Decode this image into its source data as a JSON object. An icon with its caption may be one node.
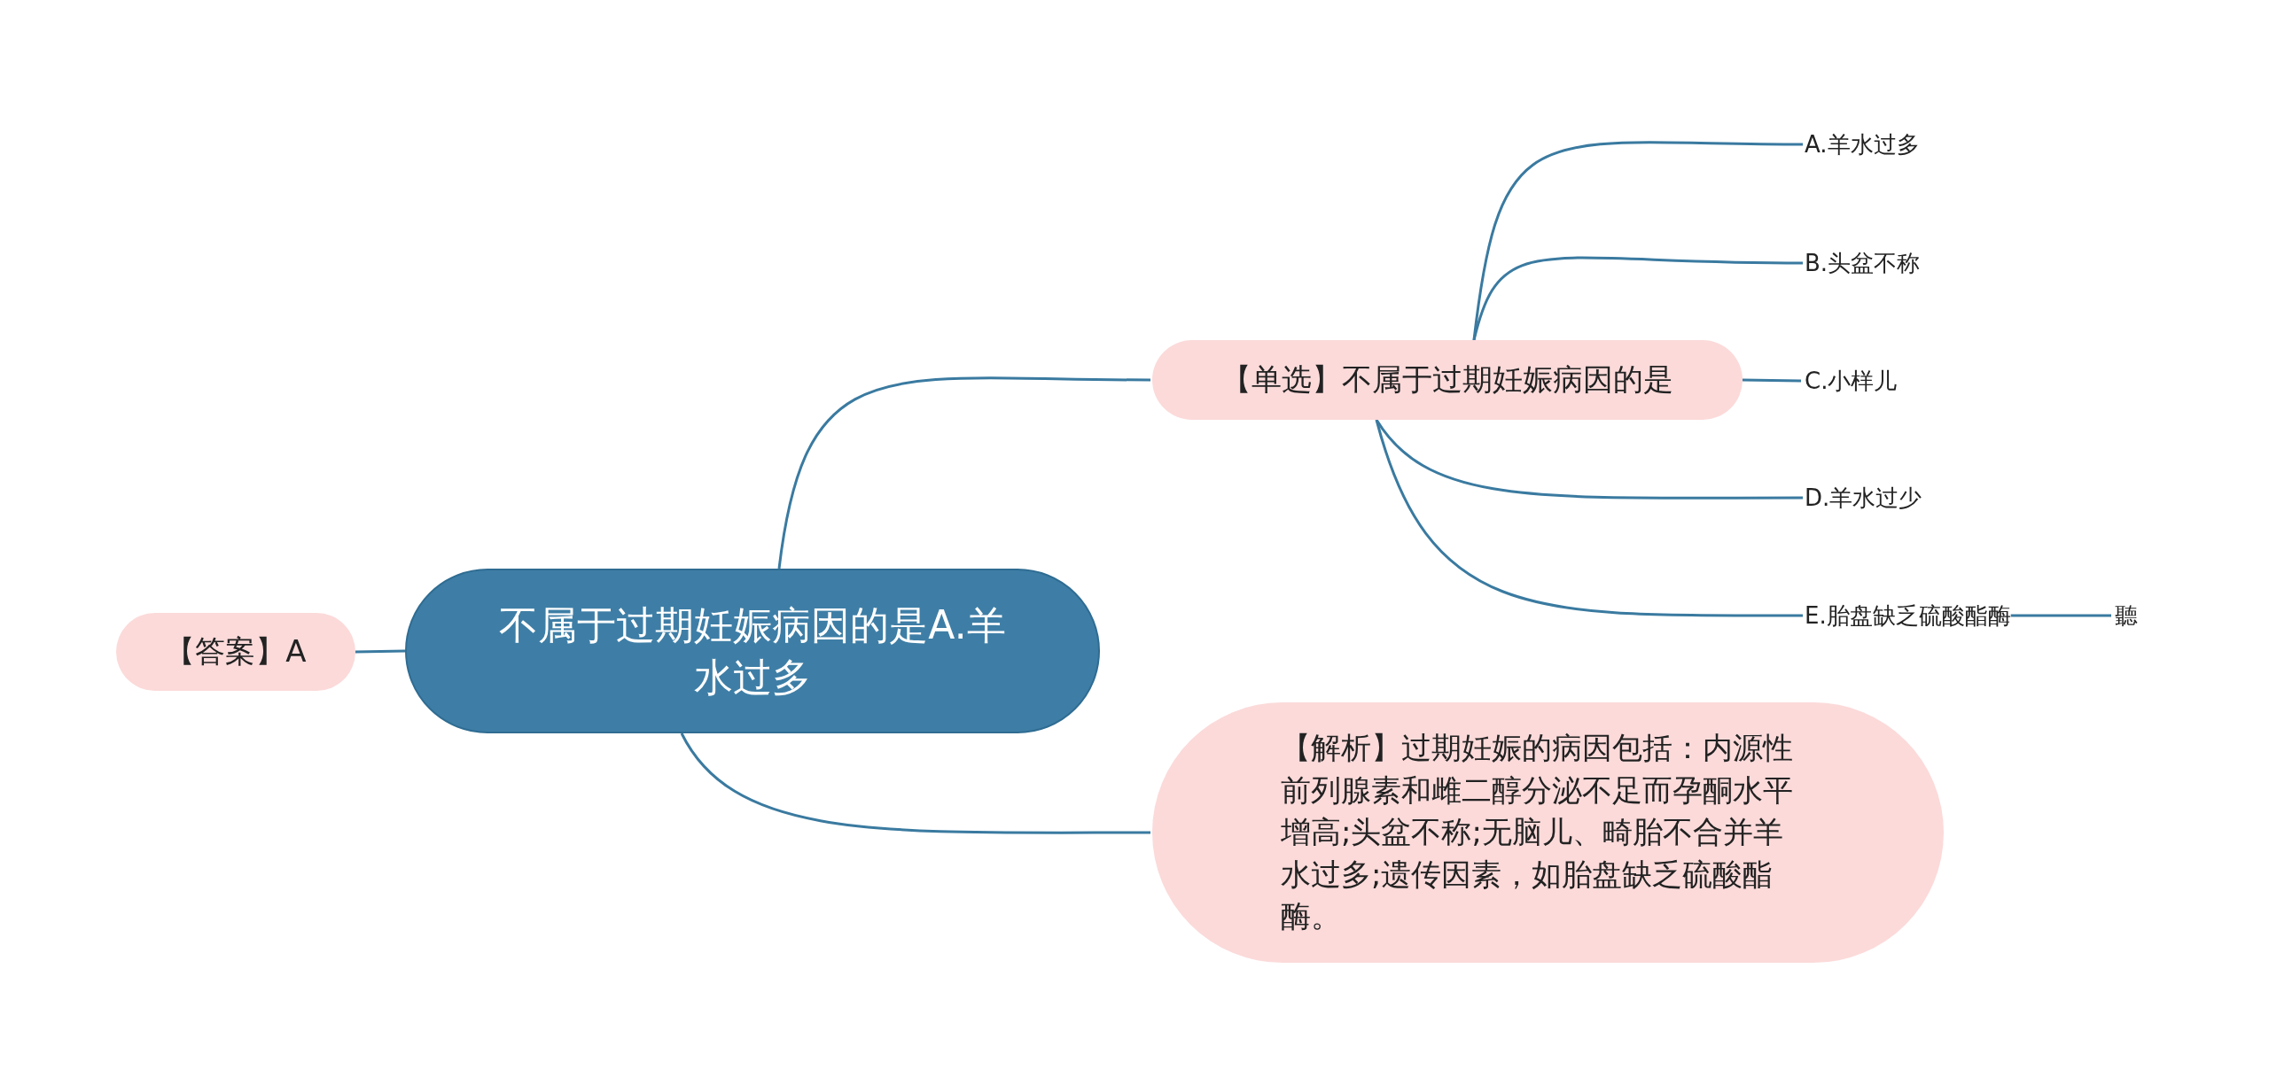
{
  "diagram": {
    "nodes": [
      {
        "text": [
          "不属于过期妊娠病因的是A.羊水过多"
        ]
      },
      {
        "text": [
          "【答案】A"
        ]
      },
      {
        "text": [
          "【单选】不属于过期妊娠病因的是"
        ]
      },
      {
        "text": [
          "【解析】过期妊娠的病因包括：内源性前列腺素和雌二醇分泌不足而孕酮水平增高;头盆不称;无脑儿、畸胎不合并羊水过多;遗传因素，如胎盘缺乏硫酸酯酶。"
        ]
      },
      {
        "text": [
          "A.羊水过多"
        ]
      },
      {
        "text": [
          "B.头盆不称"
        ]
      },
      {
        "text": [
          "C.小样儿"
        ]
      },
      {
        "text": [
          "D.羊水过少"
        ]
      },
      {
        "text": [
          "E.胎盘缺乏硫酸酯酶"
        ]
      },
      {
        "text": [
          "聽"
        ]
      }
    ],
    "edges": [
      {
        "from": 0,
        "to": 1,
        "arrow": "none"
      },
      {
        "from": 0,
        "to": 2,
        "arrow": "none"
      },
      {
        "from": 0,
        "to": 3,
        "arrow": "none"
      },
      {
        "from": 2,
        "to": 4,
        "arrow": "none"
      },
      {
        "from": 2,
        "to": 5,
        "arrow": "none"
      },
      {
        "from": 2,
        "to": 6,
        "arrow": "none"
      },
      {
        "from": 2,
        "to": 7,
        "arrow": "none"
      },
      {
        "from": 2,
        "to": 8,
        "arrow": "none"
      },
      {
        "from": 8,
        "to": 9,
        "arrow": "none"
      }
    ]
  }
}
